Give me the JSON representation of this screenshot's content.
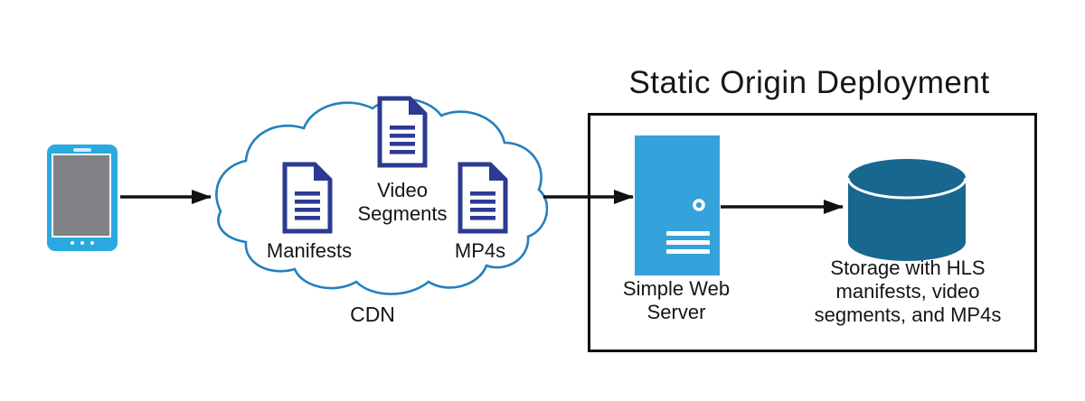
{
  "diagram": {
    "title": "Static Origin Deployment",
    "client": {
      "name": "mobile-device"
    },
    "cdn": {
      "label": "CDN",
      "documents": [
        {
          "label": "Manifests"
        },
        {
          "label": "Video Segments"
        },
        {
          "label": "MP4s"
        }
      ]
    },
    "origin": {
      "server_label": "Simple Web Server",
      "storage_label": "Storage with HLS manifests, video segments, and MP4s"
    },
    "colors": {
      "phone_blue": "#29A9E0",
      "cloud_stroke": "#2380BE",
      "doc_navy": "#2D3A92",
      "server_blue": "#35A2DB",
      "cylinder_blue": "#17678F",
      "line_black": "#111111"
    }
  }
}
